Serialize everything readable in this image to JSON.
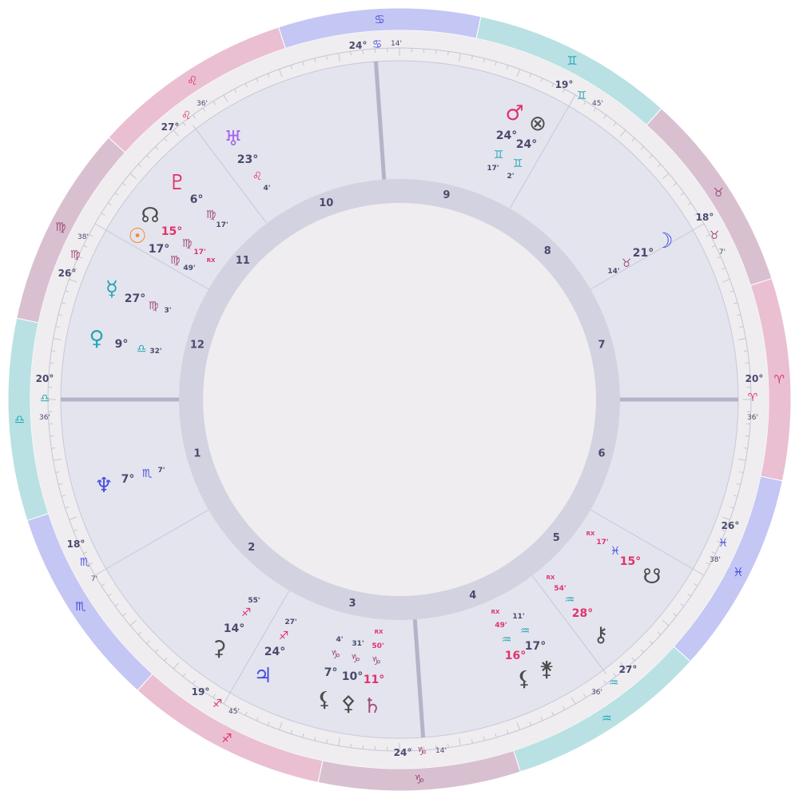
{
  "colors": {
    "cardinal": "#c4c6f4",
    "fixed": "#eabfd2",
    "mutable": "#d9c0d1",
    "airwater": "#b9e1e3",
    "ring_bg": "#efedef",
    "house_bg": "#e4e4ee",
    "house_ring": "#d2d2e1",
    "center": "#efedef",
    "axis": "#b4b3c8",
    "dark": "#4a4a6e",
    "red": "#e0336b",
    "gray": "#4d4d4d",
    "teal": "#26a7b5"
  },
  "zodiac": [
    {
      "glyph": "♋",
      "color": "#4a4ee0"
    },
    {
      "glyph": "♊",
      "color": "#26a7b5"
    },
    {
      "glyph": "♉",
      "color": "#a0507a"
    },
    {
      "glyph": "♈",
      "color": "#e0336b"
    },
    {
      "glyph": "♓",
      "color": "#4a4ee0"
    },
    {
      "glyph": "♒",
      "color": "#26a7b5"
    },
    {
      "glyph": "♑",
      "color": "#a0507a"
    },
    {
      "glyph": "♐",
      "color": "#e0336b"
    },
    {
      "glyph": "♏",
      "color": "#4a4ee0"
    },
    {
      "glyph": "♎",
      "color": "#26a7b5"
    },
    {
      "glyph": "♍",
      "color": "#a0507a"
    },
    {
      "glyph": "♌",
      "color": "#e0336b"
    }
  ],
  "house_numbers": [
    "1",
    "2",
    "3",
    "4",
    "5",
    "6",
    "7",
    "8",
    "9",
    "10",
    "11",
    "12"
  ],
  "cusps": [
    {
      "deg": "24°",
      "sign": "♋",
      "sign_color": "#4a4ee0",
      "min": "14'"
    },
    {
      "deg": "19°",
      "sign": "♊",
      "sign_color": "#26a7b5",
      "min": "45'"
    },
    {
      "deg": "18°",
      "sign": "♉",
      "sign_color": "#a0507a",
      "min": "7'"
    },
    {
      "deg": "20°",
      "sign": "♈",
      "sign_color": "#e0336b",
      "min": "36'"
    },
    {
      "deg": "26°",
      "sign": "♓",
      "sign_color": "#4a4ee0",
      "min": "38'"
    },
    {
      "deg": "27°",
      "sign": "♒",
      "sign_color": "#26a7b5",
      "min": "36'"
    },
    {
      "deg": "24°",
      "sign": "♑",
      "sign_color": "#a0507a",
      "min": "14'"
    },
    {
      "deg": "19°",
      "sign": "♐",
      "sign_color": "#e0336b",
      "min": "45'"
    },
    {
      "deg": "18°",
      "sign": "♏",
      "sign_color": "#4a4ee0",
      "min": "7'"
    },
    {
      "deg": "20°",
      "sign": "♎",
      "sign_color": "#26a7b5",
      "min": "36'"
    },
    {
      "deg": "26°",
      "sign": "♍",
      "sign_color": "#a0507a",
      "min": "38'"
    },
    {
      "deg": "27°",
      "sign": "♌",
      "sign_color": "#e0336b",
      "min": "36'"
    }
  ],
  "planets": [
    {
      "name": "uranus-icon",
      "glyph": "♅",
      "color": "#a466e8",
      "deg": "23°",
      "deg_color": "#4a4a6e",
      "sign": "♌",
      "sign_color": "#e0336b",
      "min": "4'",
      "min_color": "#4a4a6e"
    },
    {
      "name": "pluto-icon",
      "glyph": "♇",
      "color": "#e0336b",
      "deg": "6°",
      "deg_color": "#4a4a6e",
      "sign": "♍",
      "sign_color": "#a0507a",
      "min": "17'",
      "min_color": "#4a4a6e"
    },
    {
      "name": "north-node-icon",
      "glyph": "☊",
      "color": "#4d4d4d",
      "deg": "15°",
      "deg_color": "#e0336b",
      "sign": "♍",
      "sign_color": "#a0507a",
      "min": "17'",
      "min_color": "#e0336b",
      "rx": "RX"
    },
    {
      "name": "sun-icon",
      "glyph": "☉",
      "color": "#f28a2a",
      "deg": "17°",
      "deg_color": "#4a4a6e",
      "sign": "♍",
      "sign_color": "#a0507a",
      "min": "49'",
      "min_color": "#4a4a6e"
    },
    {
      "name": "mercury-icon",
      "glyph": "☿",
      "color": "#26a7b5",
      "deg": "27°",
      "deg_color": "#4a4a6e",
      "sign": "♍",
      "sign_color": "#a0507a",
      "min": "3'",
      "min_color": "#4a4a6e"
    },
    {
      "name": "venus-icon",
      "glyph": "♀",
      "color": "#26a7b5",
      "deg": "9°",
      "deg_color": "#4a4a6e",
      "sign": "♎",
      "sign_color": "#26a7b5",
      "min": "32'",
      "min_color": "#4a4a6e"
    },
    {
      "name": "neptune-icon",
      "glyph": "♆",
      "color": "#4a4ee0",
      "deg": "7°",
      "deg_color": "#4a4a6e",
      "sign": "♏",
      "sign_color": "#4a4ee0",
      "min": "7'",
      "min_color": "#4a4a6e"
    },
    {
      "name": "ceres-icon",
      "glyph": "⚳",
      "color": "#4d4d4d",
      "deg": "14°",
      "deg_color": "#4a4a6e",
      "sign": "♐",
      "sign_color": "#e0336b",
      "min": "55'",
      "min_color": "#4a4a6e"
    },
    {
      "name": "jupiter-icon",
      "glyph": "♃",
      "color": "#4a4ee0",
      "deg": "24°",
      "deg_color": "#4a4a6e",
      "sign": "♐",
      "sign_color": "#e0336b",
      "min": "27'",
      "min_color": "#4a4a6e"
    },
    {
      "name": "vertex-icon",
      "glyph": "⚸",
      "color": "#4d4d4d",
      "deg": "7°",
      "deg_color": "#4a4a6e",
      "sign": "♑",
      "sign_color": "#a0507a",
      "min": "4'",
      "min_color": "#4a4a6e"
    },
    {
      "name": "pallas-icon",
      "glyph": "⚴",
      "color": "#4d4d4d",
      "deg": "10°",
      "deg_color": "#4a4a6e",
      "sign": "♑",
      "sign_color": "#a0507a",
      "min": "31'",
      "min_color": "#4a4a6e"
    },
    {
      "name": "saturn-icon",
      "glyph": "♄",
      "color": "#a0507a",
      "deg": "11°",
      "deg_color": "#e0336b",
      "sign": "♑",
      "sign_color": "#a0507a",
      "min": "50'",
      "min_color": "#e0336b",
      "rx": "RX"
    },
    {
      "name": "juno-icon",
      "glyph": "⚵",
      "color": "#4d4d4d",
      "deg": "17°",
      "deg_color": "#4a4a6e",
      "sign": "♒",
      "sign_color": "#26a7b5",
      "min": "11'",
      "min_color": "#4a4a6e"
    },
    {
      "name": "lilith-icon",
      "glyph": "⚸",
      "color": "#4d4d4d",
      "deg": "16°",
      "deg_color": "#e0336b",
      "sign": "♒",
      "sign_color": "#26a7b5",
      "min": "49'",
      "min_color": "#e0336b",
      "rx": "RX"
    },
    {
      "name": "chiron-icon",
      "glyph": "⚷",
      "color": "#4d4d4d",
      "deg": "28°",
      "deg_color": "#e0336b",
      "sign": "♒",
      "sign_color": "#26a7b5",
      "min": "54'",
      "min_color": "#e0336b",
      "rx": "RX"
    },
    {
      "name": "south-node-icon",
      "glyph": "☋",
      "color": "#4d4d4d",
      "deg": "15°",
      "deg_color": "#e0336b",
      "sign": "♓",
      "sign_color": "#4a4ee0",
      "min": "17'",
      "min_color": "#e0336b",
      "rx": "RX"
    },
    {
      "name": "moon-icon",
      "glyph": "☽",
      "color": "#4a4ee0",
      "deg": "21°",
      "deg_color": "#4a4a6e",
      "sign": "♉",
      "sign_color": "#a0507a",
      "min": "14'",
      "min_color": "#4a4a6e"
    },
    {
      "name": "mars-icon",
      "glyph": "♂",
      "color": "#e0336b",
      "deg": "24°",
      "deg_color": "#4a4a6e",
      "sign": "♊",
      "sign_color": "#26a7b5",
      "min": "17'",
      "min_color": "#4a4a6e"
    },
    {
      "name": "part-of-fortune-icon",
      "glyph": "⊗",
      "color": "#4d4d4d",
      "deg": "24°",
      "deg_color": "#4a4a6e",
      "sign": "♊",
      "sign_color": "#26a7b5",
      "min": "2'",
      "min_color": "#4a4a6e"
    }
  ]
}
